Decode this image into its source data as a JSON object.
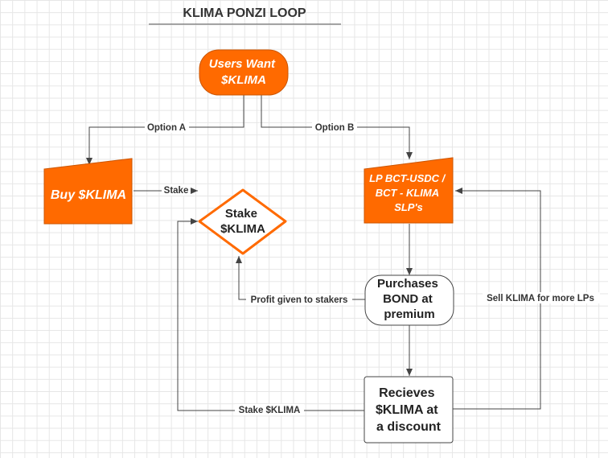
{
  "title": "KLIMA PONZI LOOP",
  "colors": {
    "orange_fill": "#ff6a00",
    "node_border": "#444444",
    "edge": "#444444",
    "decision_border": "#ff6a00"
  },
  "nodes": {
    "users_want": [
      "Users Want",
      "$KLIMA"
    ],
    "buy_klima": [
      "Buy $KLIMA"
    ],
    "lp_slp": [
      "LP BCT-USDC /",
      "BCT - KLIMA",
      "SLP's"
    ],
    "stake_klima": [
      "Stake",
      "$KLIMA"
    ],
    "purchase_bond": [
      "Purchases",
      "BOND at",
      "premium"
    ],
    "receive_klima": [
      "Recieves",
      "$KLIMA at",
      "a discount"
    ]
  },
  "edges": {
    "option_a": "Option A",
    "option_b": "Option B",
    "stake": "Stake",
    "profit": "Profit given to stakers",
    "sell_klima": "Sell KLIMA for more LPs",
    "stake_klima": "Stake $KLIMA"
  }
}
